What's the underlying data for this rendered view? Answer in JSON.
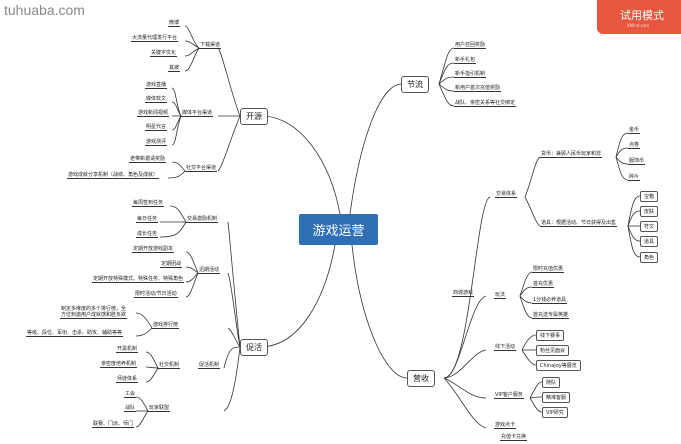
{
  "watermark": "tuhuaba.com",
  "badge": {
    "title": "试用模式",
    "sub": "XMind.com"
  },
  "center": "游戏运营",
  "branches": {
    "kaiyuan": "开源",
    "cuhuo": "促活",
    "jieliu": "节流",
    "yingshou": "营收"
  },
  "kaiyuan": {
    "xiazai": "下载渠道",
    "xiazai_items": [
      "微博",
      "大流量代理发行平台",
      "关键字优化",
      "其被"
    ],
    "meiti": "媒体平台渠道",
    "meiti_items": [
      "游戏直播",
      "媒体软文",
      "游戏新闻视频",
      "明星代言",
      "游戏测评"
    ],
    "shejiao": "社交平台渠道",
    "shejiao_items": [
      "老带新邀请奖励",
      "游戏成就分享机制（战绩、角色及成就）"
    ]
  },
  "cuhuo": {
    "jiaoyi": "交易激励机制",
    "jiaoyi_items": [
      "每周签到任务",
      "每日任务",
      "成长任务"
    ],
    "xunqi": "迅期活动",
    "xunqi_items": [
      "定期开放游戏副本",
      "定期团战",
      "定期开放特殊模式、特殊任务、特殊角色",
      "限时活动/节日活动"
    ],
    "paihang": "游戏排行榜",
    "paihang_desc1": "制定多维度的多个排行榜，全",
    "paihang_desc2": "方位刺激用户成就感和胜负欲",
    "paihang_row": "等级、段位、军衔、击杀、助攻、辅助等等",
    "huoyue": "促活机制",
    "shejiao": "社交机制",
    "shejiao_items": [
      "开黑机制",
      "亲密度培养机制",
      "师徒体系"
    ],
    "wanjia": "玩家联盟",
    "wanjia_items": [
      "工会",
      "战队",
      "联赛、门派、师门"
    ]
  },
  "jieliu": {
    "items": [
      "用户召回奖励",
      "新手礼包",
      "新手指引机制",
      "新用户首次充值奖励",
      "战队、亲密关系等社交绑定"
    ]
  },
  "yingshou": {
    "jiaoyi": "交易体系",
    "huobi": "货币：兼顾人民币玩家和非",
    "huobi_items": [
      "金币",
      "点卷",
      "服饰币",
      "碎片"
    ],
    "daoju": "道具：根据活动、节日获得及出售",
    "daoju_items": [
      "宝箱",
      "皮肤",
      "符文",
      "道具",
      "角色"
    ],
    "shangcheng": "商城游戏",
    "wanfa": "玩法",
    "wanfa_items": [
      "限时充值优惠",
      "首充优惠",
      "1分钱必养道具",
      "首充送专属英雄"
    ],
    "xianxia": "线下活动",
    "xianxia_items": [
      "线下赛事",
      "粉丝见面会",
      "Chinajoy等展览"
    ],
    "vip": "VIP客户服务",
    "vip_items": [
      "随队",
      "精准客服",
      "VIP研究"
    ],
    "more": "游戏点卡",
    "more2": "充值卡兑换"
  }
}
